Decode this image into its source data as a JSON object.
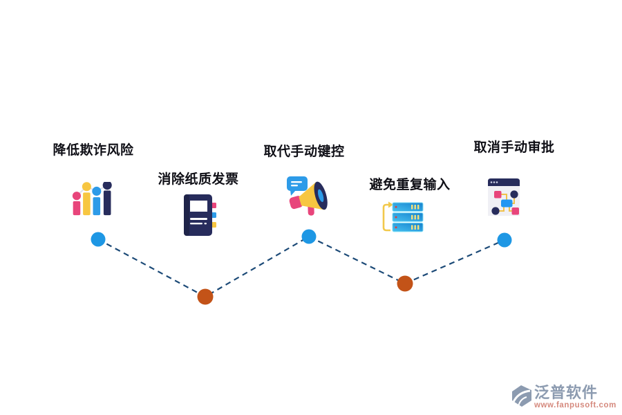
{
  "items": [
    {
      "label": "降低欺诈风险",
      "icon": "people-bar-chart-icon"
    },
    {
      "label": "消除纸质发票",
      "icon": "notebook-icon"
    },
    {
      "label": "取代手动键控",
      "icon": "megaphone-icon"
    },
    {
      "label": "避免重复输入",
      "icon": "server-stack-icon"
    },
    {
      "label": "取消手动审批",
      "icon": "workflow-window-icon"
    }
  ],
  "timeline": {
    "dot_blue": "#1E97E4",
    "dot_orange": "#C35318",
    "line_navy": "#1C4A77"
  },
  "accent_colors": {
    "pink": "#E8457B",
    "yellow": "#F7C641",
    "blue": "#2D9BE8",
    "navy": "#272C5C"
  },
  "watermark": {
    "brand": "泛普软件",
    "url": "www.fanpusoft.com"
  }
}
